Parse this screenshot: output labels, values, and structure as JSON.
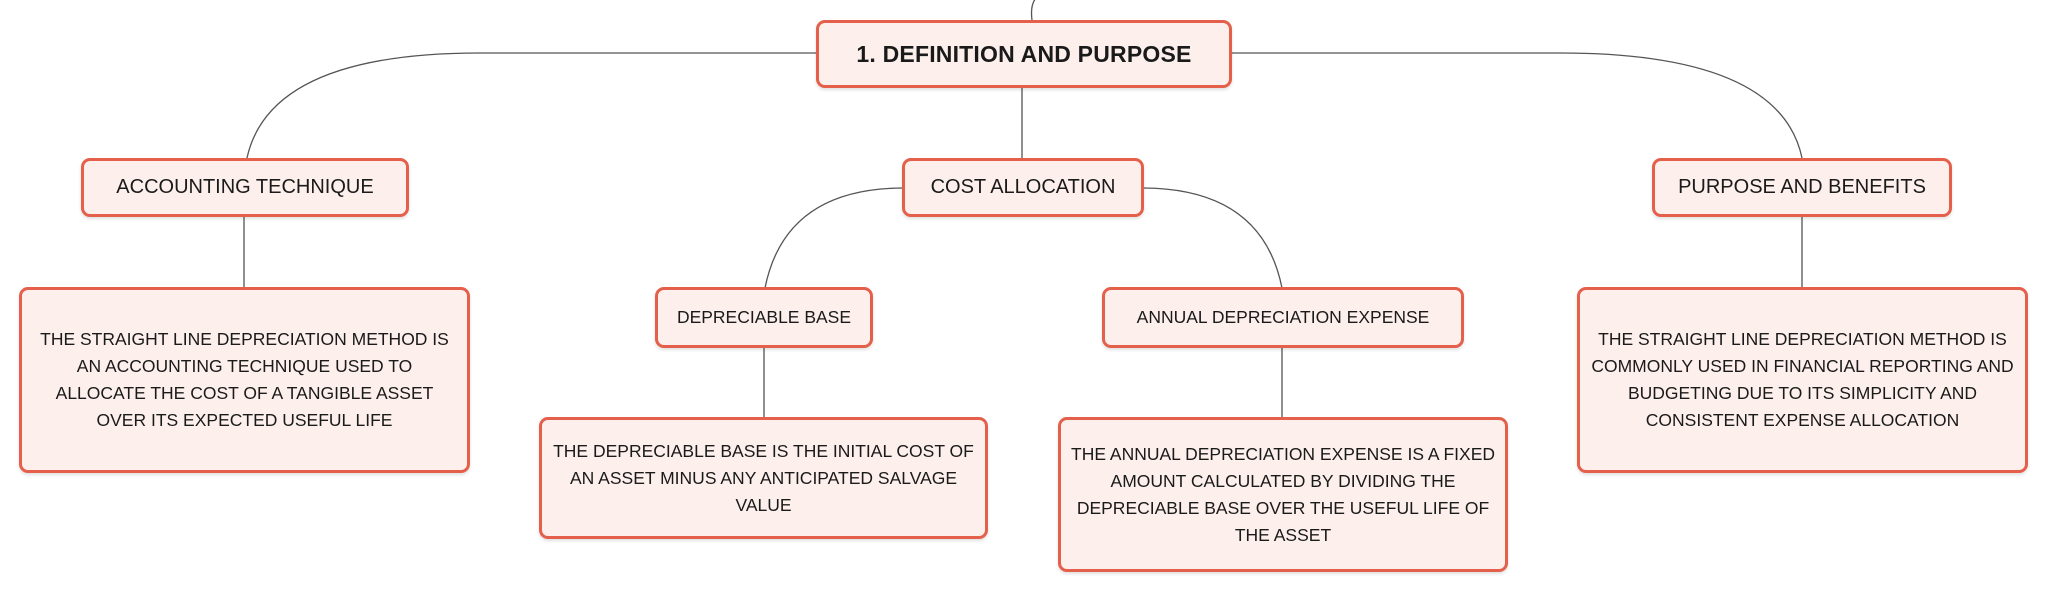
{
  "diagram": {
    "root": {
      "label": "1. DEFINITION AND PURPOSE"
    },
    "topics": {
      "accounting_technique": {
        "label": "ACCOUNTING TECHNIQUE",
        "detail": "THE STRAIGHT LINE DEPRECIATION METHOD IS AN ACCOUNTING TECHNIQUE USED TO ALLOCATE THE COST OF A TANGIBLE ASSET OVER ITS EXPECTED USEFUL LIFE"
      },
      "cost_allocation": {
        "label": "COST ALLOCATION",
        "children": {
          "depreciable_base": {
            "label": "DEPRECIABLE BASE",
            "detail": "THE DEPRECIABLE BASE IS THE INITIAL COST OF AN ASSET MINUS ANY ANTICIPATED SALVAGE VALUE"
          },
          "annual_depreciation_expense": {
            "label": "ANNUAL DEPRECIATION EXPENSE",
            "detail": "THE ANNUAL DEPRECIATION EXPENSE IS A FIXED AMOUNT CALCULATED BY DIVIDING THE DEPRECIABLE BASE OVER THE USEFUL LIFE OF THE ASSET"
          }
        }
      },
      "purpose_and_benefits": {
        "label": "PURPOSE AND BENEFITS",
        "detail": "THE STRAIGHT LINE DEPRECIATION METHOD IS COMMONLY USED IN FINANCIAL REPORTING AND BUDGETING DUE TO ITS SIMPLICITY AND CONSISTENT EXPENSE ALLOCATION"
      }
    },
    "colors": {
      "node_border": "#e5604b",
      "node_fill": "#fdf0ec",
      "connector": "#555555",
      "text": "#1a1a1a"
    }
  }
}
